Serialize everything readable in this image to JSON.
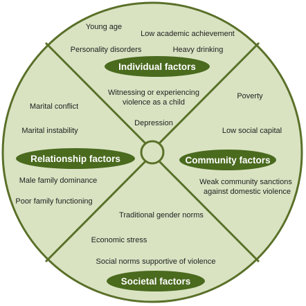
{
  "colors": {
    "fill": "#d9e3c2",
    "stroke": "#5a7029",
    "label_fill": "#4a6a1e",
    "text": "#1e1e1e",
    "label_text": "#ffffff"
  },
  "sections": {
    "individual": {
      "heading": "Individual factors",
      "items": [
        "Young age",
        "Low academic achievement",
        "Personality disorders",
        "Heavy drinking"
      ]
    },
    "relationship": {
      "heading": "Relationship factors",
      "items": [
        "Marital conflict",
        "Marital instability",
        "Male family dominance",
        "Poor family functioning"
      ]
    },
    "community": {
      "heading": "Community factors",
      "items": [
        "Poverty",
        "Low social capital",
        "Weak community sanctions",
        "against domestic violence"
      ]
    },
    "societal": {
      "heading": "Societal factors",
      "items": [
        "Traditional gender norms",
        "Economic stress",
        "Social norms supportive of violence"
      ]
    },
    "shared": {
      "items": [
        "Witnessing or experiencing",
        "violence as a child",
        "Depression"
      ]
    }
  }
}
